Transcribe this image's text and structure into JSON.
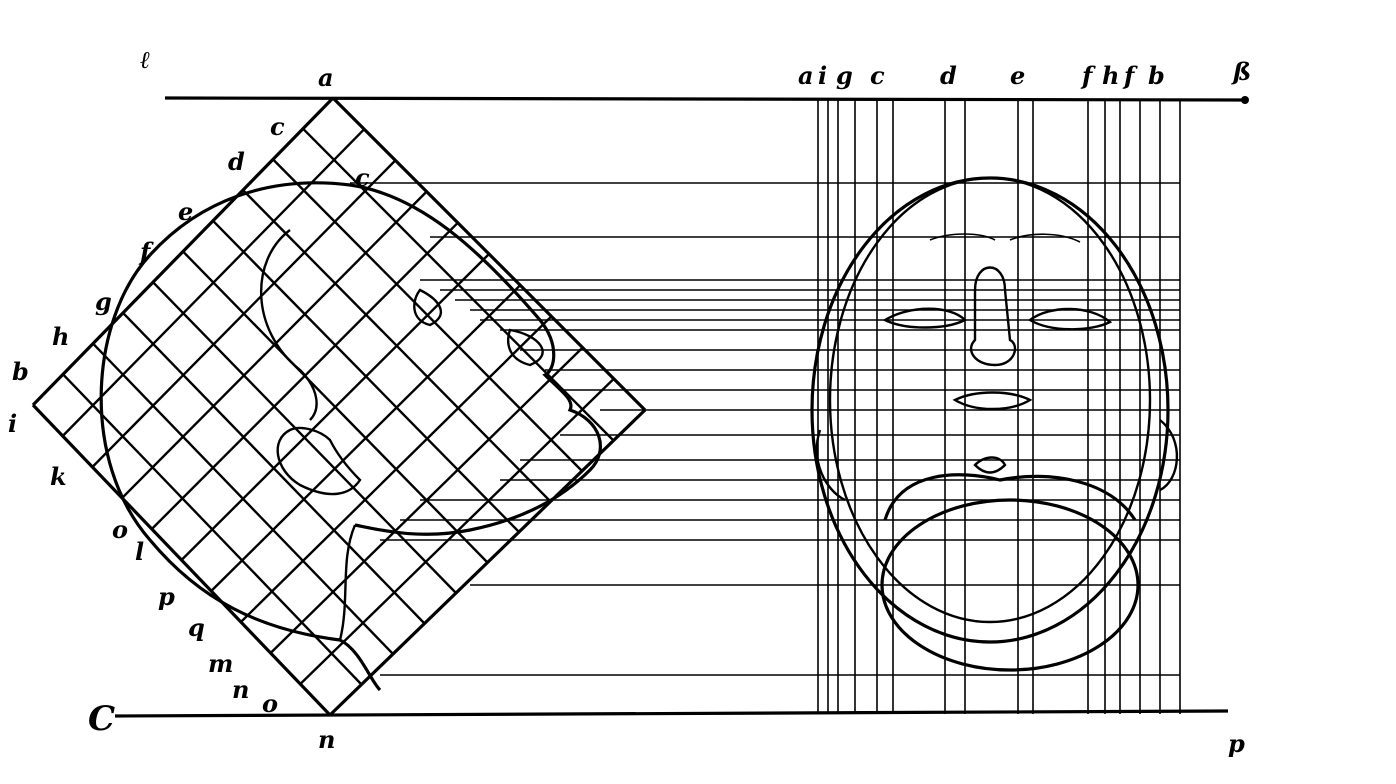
{
  "figure": {
    "top_left_label": "ℓ",
    "top_corner_label": "a",
    "top_right_label": "ß",
    "bottom_left_label": "C",
    "bottom_corner_label": "n",
    "bottom_right_label": "p",
    "top_scale_labels": [
      "a",
      "i",
      "g",
      "c",
      "d",
      "e",
      "f",
      "h",
      "f",
      "b"
    ],
    "diagonal_upper_labels": [
      "c",
      "d",
      "e",
      "f",
      "g",
      "h",
      "b",
      "i"
    ],
    "diagonal_lower_labels": [
      "k",
      "o",
      "l",
      "p",
      "q",
      "m",
      "n",
      "o"
    ],
    "corner_label_c": "c"
  }
}
